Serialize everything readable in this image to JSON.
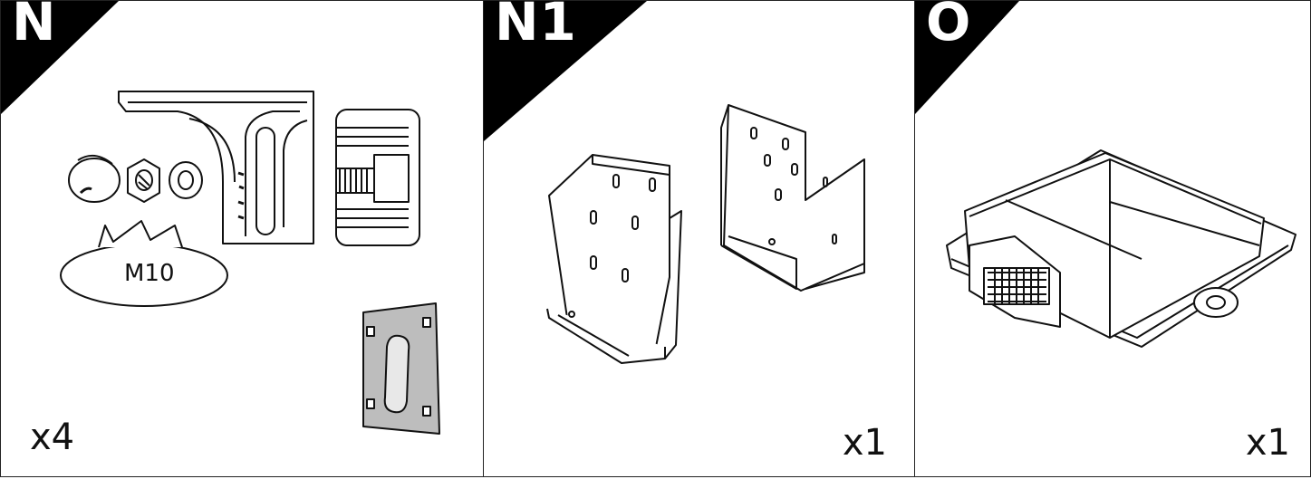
{
  "panels": [
    {
      "id": "N",
      "label": "N",
      "quantity": "x4",
      "bubble": "M10"
    },
    {
      "id": "N1",
      "label": "N1",
      "quantity": "x1"
    },
    {
      "id": "O",
      "label": "O",
      "quantity": "x1"
    }
  ],
  "colors": {
    "ink": "#111111",
    "tag_bg": "#000000",
    "pad_gray": "#bdbdbd"
  }
}
